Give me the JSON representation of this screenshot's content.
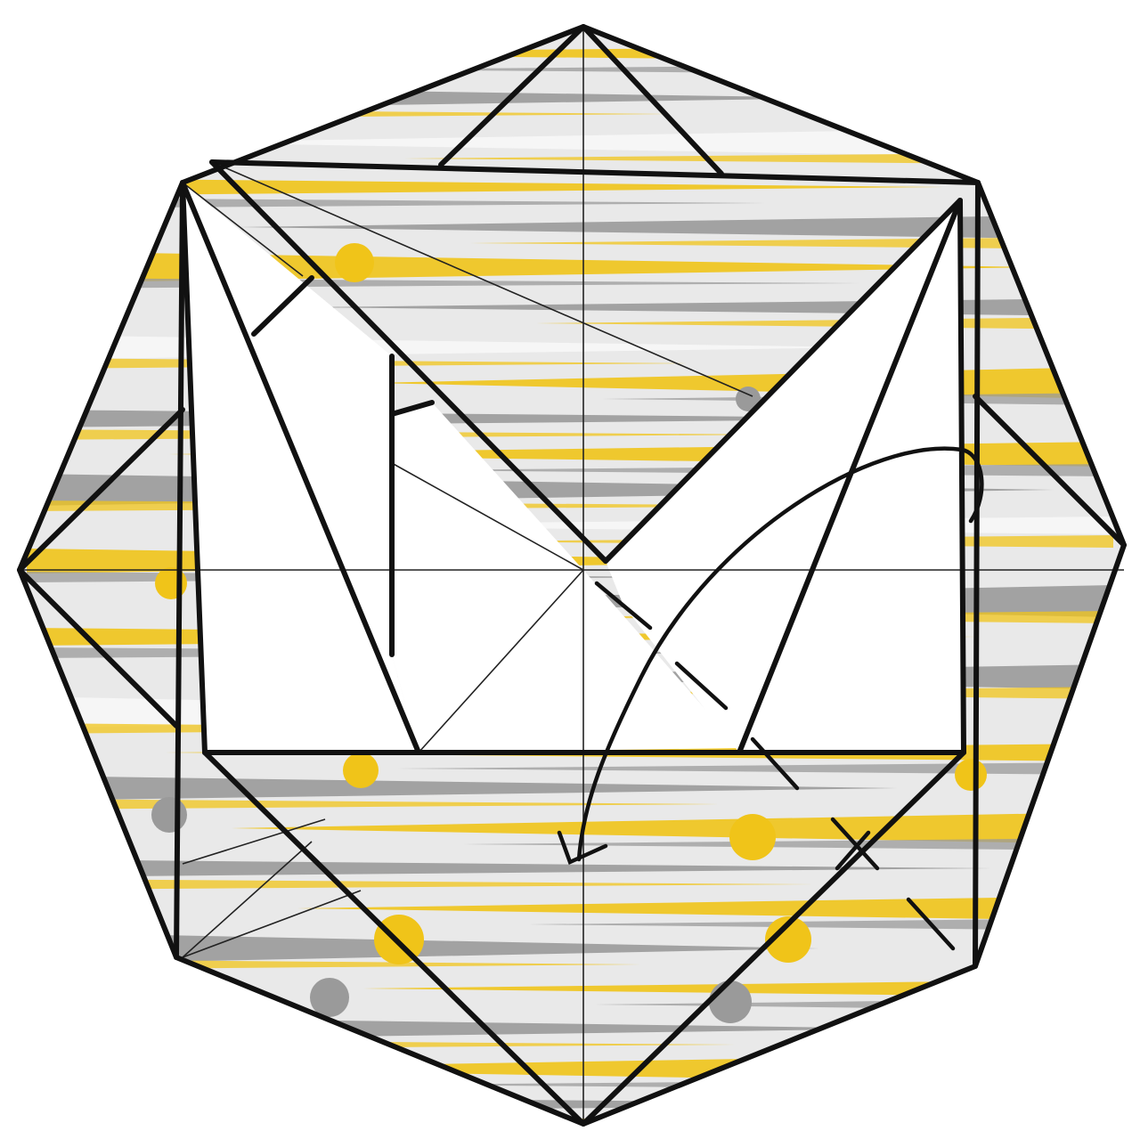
{
  "diagram": {
    "subject": "origami-folding-step",
    "colors": {
      "paper_base": "#e9e9e9",
      "stripe_yellow": "#f0c419",
      "stripe_gray": "#9a9a9a",
      "stripe_light": "#f7f7f7",
      "outline": "#111111",
      "folded_face": "#ffffff"
    },
    "arrow": {
      "kind": "fold-arrow",
      "direction": "down-left"
    },
    "fold_line_style": "dashed-valley"
  }
}
